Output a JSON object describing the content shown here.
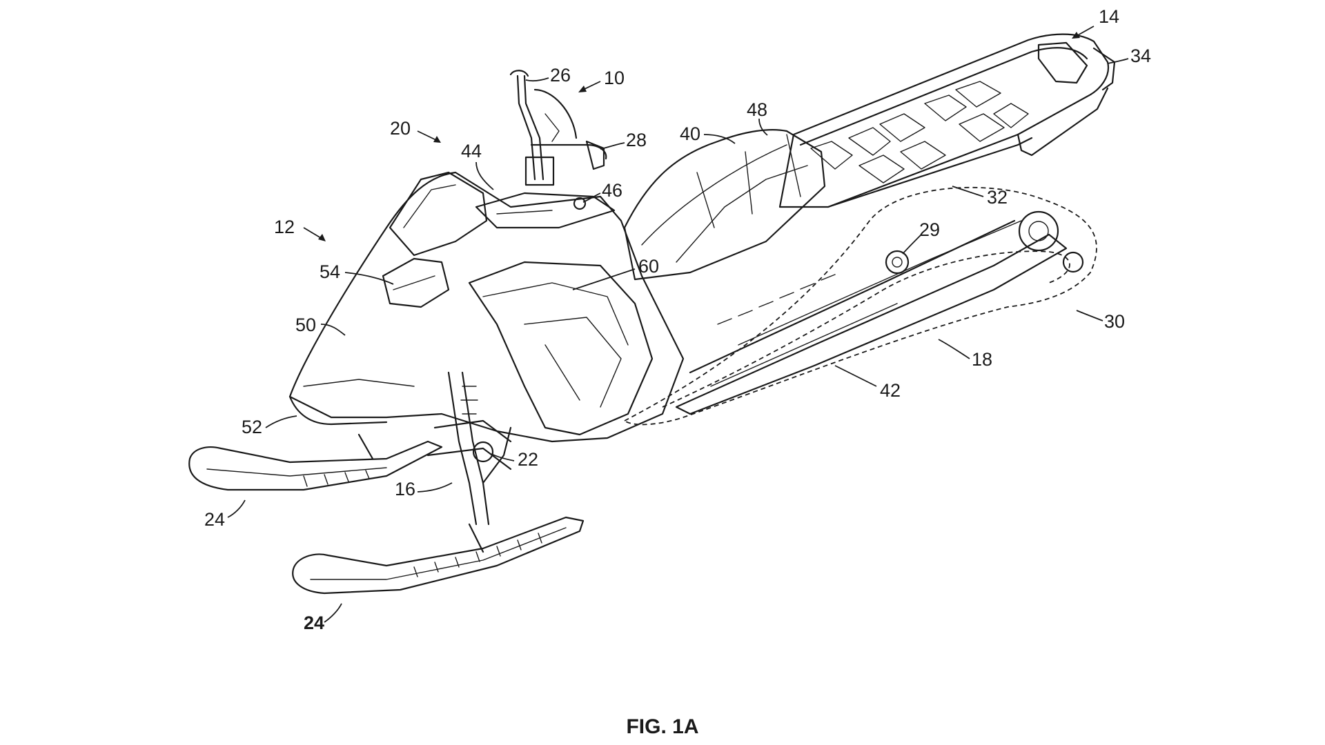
{
  "figure": {
    "caption": "FIG. 1A",
    "reference_numerals": [
      {
        "id": "n10",
        "text": "10"
      },
      {
        "id": "n12",
        "text": "12"
      },
      {
        "id": "n14",
        "text": "14"
      },
      {
        "id": "n16",
        "text": "16"
      },
      {
        "id": "n18",
        "text": "18"
      },
      {
        "id": "n20",
        "text": "20"
      },
      {
        "id": "n22",
        "text": "22"
      },
      {
        "id": "n24a",
        "text": "24"
      },
      {
        "id": "n24b",
        "text": "24"
      },
      {
        "id": "n26",
        "text": "26"
      },
      {
        "id": "n28",
        "text": "28"
      },
      {
        "id": "n29",
        "text": "29"
      },
      {
        "id": "n30",
        "text": "30"
      },
      {
        "id": "n32",
        "text": "32"
      },
      {
        "id": "n34",
        "text": "34"
      },
      {
        "id": "n40",
        "text": "40"
      },
      {
        "id": "n42",
        "text": "42"
      },
      {
        "id": "n44",
        "text": "44"
      },
      {
        "id": "n46",
        "text": "46"
      },
      {
        "id": "n48",
        "text": "48"
      },
      {
        "id": "n50",
        "text": "50"
      },
      {
        "id": "n52",
        "text": "52"
      },
      {
        "id": "n54",
        "text": "54"
      },
      {
        "id": "n60",
        "text": "60"
      }
    ]
  }
}
